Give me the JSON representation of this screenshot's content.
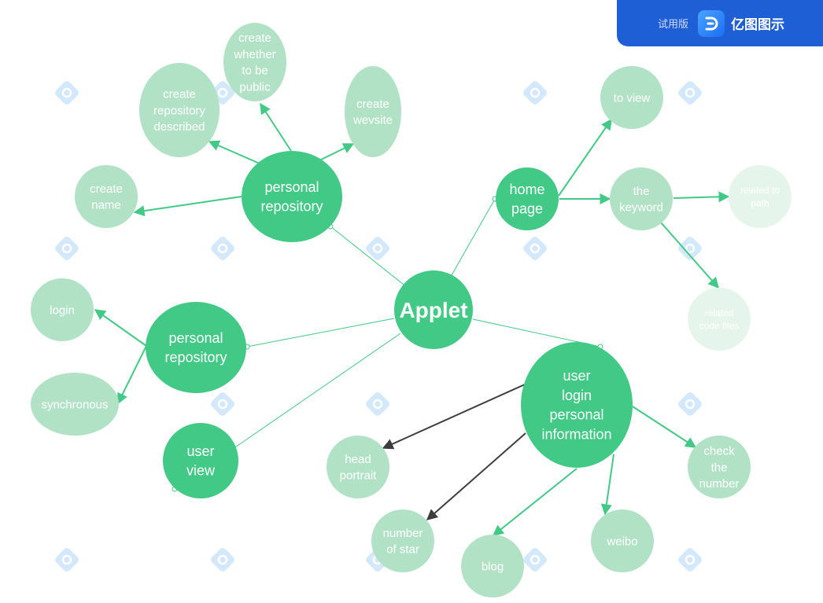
{
  "badge": {
    "trial_label": "试用版",
    "brand": "亿图图示",
    "icon": "edraw-logo-icon"
  },
  "watermark": "亿图图示",
  "colors": {
    "dark": "#42c985",
    "light": "#b2e2c6",
    "faint": "#e6f5ec",
    "line": "#42c985",
    "dark_arrow": "#3d3d3d"
  },
  "nodes": {
    "applet": [
      "Applet"
    ],
    "repo_top": [
      "personal",
      "repository"
    ],
    "create_name": [
      "create",
      "name"
    ],
    "create_desc": [
      "create",
      "repository",
      "described"
    ],
    "create_public": [
      "create",
      "whether",
      "to be",
      "public"
    ],
    "create_site": [
      "create",
      "wevsite"
    ],
    "home": [
      "home",
      "page"
    ],
    "to_view": [
      "to view"
    ],
    "keyword": [
      "the",
      "keyword"
    ],
    "rel_path": [
      "related to",
      "path"
    ],
    "rel_code": [
      "related",
      "code files"
    ],
    "repo_left": [
      "personal",
      "repository"
    ],
    "login": [
      "login"
    ],
    "sync": [
      "synchronous"
    ],
    "user_view": [
      "user",
      "view"
    ],
    "user_login": [
      "user",
      "login",
      "personal",
      "information"
    ],
    "head": [
      "head",
      "portrait"
    ],
    "star": [
      "number",
      "of star"
    ],
    "blog": [
      "blog"
    ],
    "weibo": [
      "weibo"
    ],
    "check": [
      "check",
      "the",
      "number"
    ]
  }
}
